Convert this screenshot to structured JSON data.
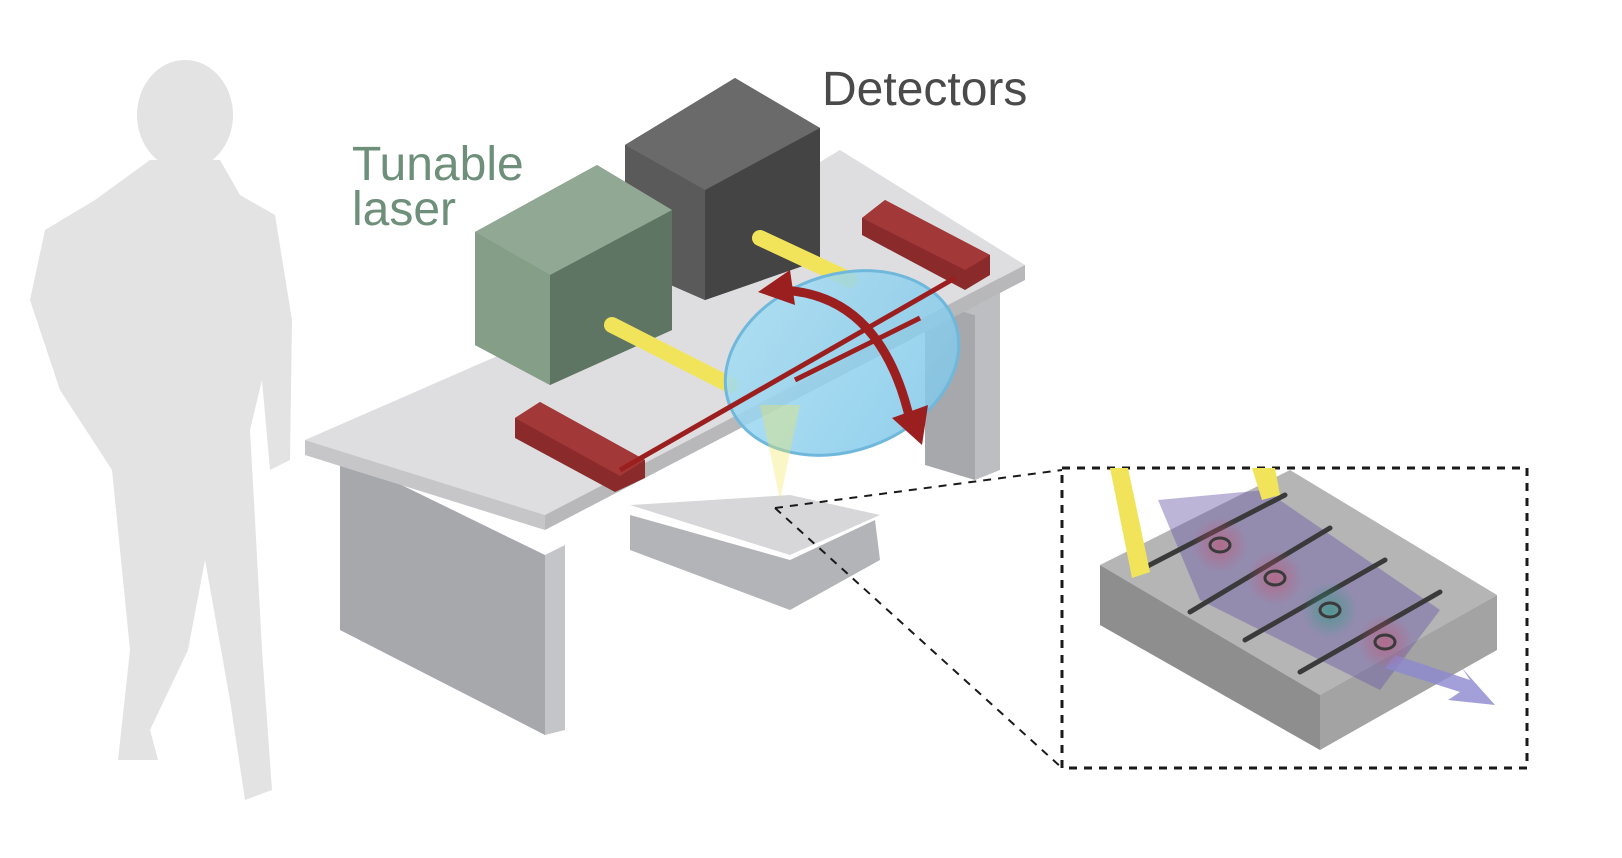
{
  "labels": {
    "tunable_laser_line1": "Tunable",
    "tunable_laser_line2": "laser",
    "detectors": "Detectors"
  },
  "colors": {
    "tunable_laser_label": "#6e8f7a",
    "detectors_label": "#4a4a4a",
    "silhouette": "#e3e3e3",
    "table_top": "#dcdcdc",
    "table_side": "#a9a9ad",
    "laser_box_front": "#6e8672",
    "laser_box_side": "#5a6e5d",
    "laser_box_top": "#8ea590",
    "detector_box_front": "#555555",
    "detector_box_side": "#444444",
    "detector_box_top": "#6e6e6e",
    "red_block": "#8a2a2a",
    "beam": "#f2e45a",
    "disk": "#8fd3f0",
    "arrow": "#9b1f1f",
    "chip": "#9c9c9c",
    "inset_border": "#1a1a1a"
  }
}
